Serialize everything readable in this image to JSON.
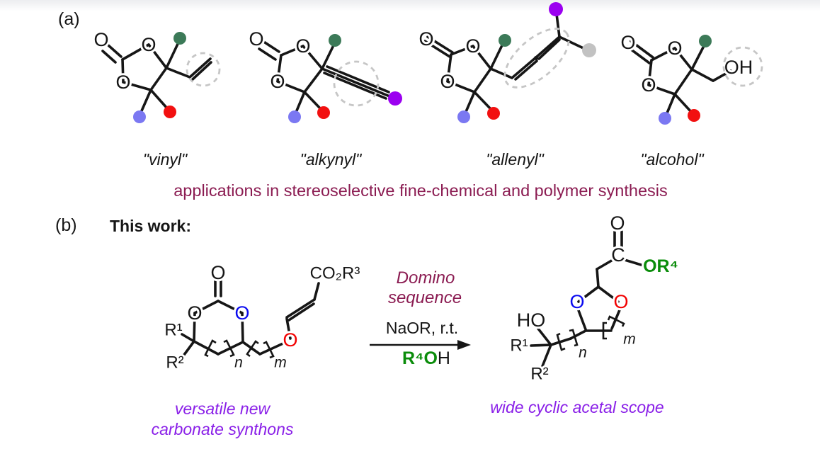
{
  "panel_a": {
    "label": "(a)",
    "molecule_labels": [
      "\"vinyl\"",
      "\"alkynyl\"",
      "\"allenyl\"",
      "\"alcohol\""
    ],
    "caption": "applications in stereoselective fine-chemical and polymer synthesis"
  },
  "panel_b": {
    "label": "(b)",
    "title": "This work:",
    "arrow": {
      "line1": "Domino",
      "line2": "sequence",
      "above": "NaOR, r.t.",
      "below_green": "R⁴O",
      "below_black": "H"
    },
    "reactant_caption": [
      "versatile new",
      "carbonate synthons"
    ],
    "product_caption": "wide cyclic acetal scope"
  },
  "atoms": {
    "O": "O",
    "OH": "OH",
    "HO": "HO",
    "C": "C",
    "co2r3": "CO₂R³",
    "or4": "OR⁴",
    "r1": "R¹",
    "r2": "R²",
    "n": "n",
    "m": "m"
  },
  "colors": {
    "green_dot": "#3c7a58",
    "red_dot": "#f21010",
    "blue_dot": "#7b78f2",
    "purple_dot": "#9b00f0",
    "gray_dot": "#c2c2c2",
    "highlight": "#c6c6c6",
    "oxygen_blue": "#0a0af0",
    "oxygen_red": "#f20000",
    "ester_green": "#0a8c0a",
    "maroon_text": "#8b1c52",
    "purple_text": "#8a20e8"
  }
}
